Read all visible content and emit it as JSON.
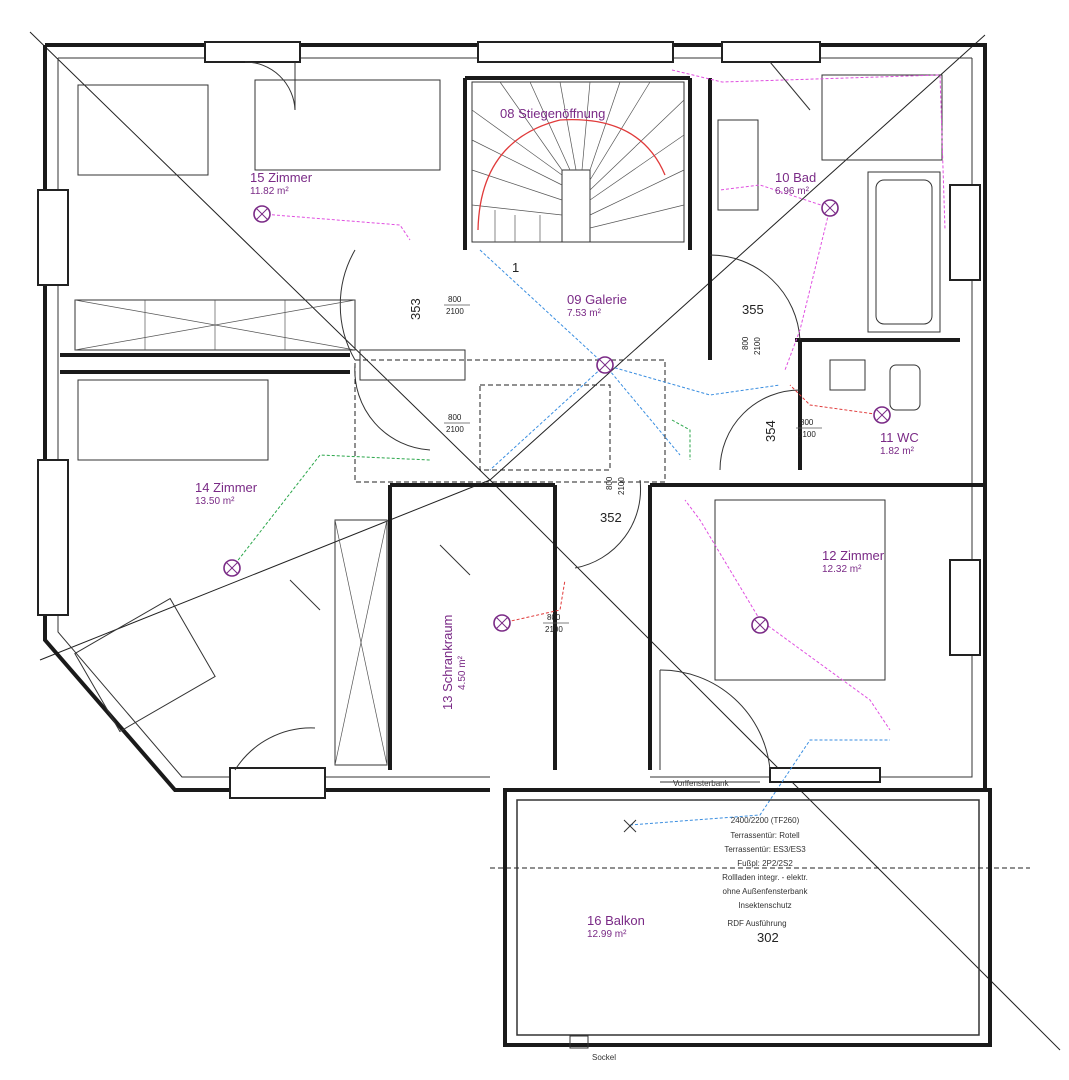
{
  "colors": {
    "wall": "#1a1a1a",
    "room_label": "#7a2a86",
    "wire_magenta": "#e050e0",
    "wire_blue": "#3a8ee0",
    "wire_green": "#2aa64a",
    "wire_red": "#e03a3a"
  },
  "rooms": [
    {
      "id": "08",
      "name": "08 Stiegenöffnung",
      "area": ""
    },
    {
      "id": "09",
      "name": "09 Galerie",
      "area": "7.53 m²"
    },
    {
      "id": "10",
      "name": "10 Bad",
      "area": "6.96 m²"
    },
    {
      "id": "11",
      "name": "11 WC",
      "area": "1.82 m²"
    },
    {
      "id": "12",
      "name": "12 Zimmer",
      "area": "12.32 m²"
    },
    {
      "id": "13",
      "name": "13 Schrankraum",
      "area": "4.50 m²"
    },
    {
      "id": "14",
      "name": "14 Zimmer",
      "area": "13.50 m²"
    },
    {
      "id": "15",
      "name": "15 Zimmer",
      "area": "11.82 m²"
    },
    {
      "id": "16",
      "name": "16 Balkon",
      "area": "12.99 m²"
    }
  ],
  "dimensions": {
    "d353": "353",
    "d355": "355",
    "d354": "354",
    "d352": "352",
    "d302": "302",
    "step_start": "1"
  },
  "doors": {
    "galerie_top": {
      "w": "800",
      "h": "2100"
    },
    "galerie_mid": {
      "w": "800",
      "h": "2100"
    },
    "bad": {
      "w": "800",
      "h": "2100"
    },
    "wc": {
      "w": "800",
      "h": "2100"
    },
    "schrank": {
      "w": "800",
      "h": "2100"
    },
    "stair": {
      "w": "800",
      "h": "2100"
    }
  },
  "balcony_notes": {
    "lines": [
      "2400/2200 (TF260)",
      "Terrassentür: Rotell",
      "Terrassentür: ES3/ES3",
      "Fußpl: 2P2/2S2",
      "Rollladen integr. - elektr.",
      "ohne Außenfensterbank",
      "Insektenschutz",
      "RDF Ausführung"
    ],
    "top_label": "Vorlfensterbank",
    "bottom_label": "Sockel"
  }
}
